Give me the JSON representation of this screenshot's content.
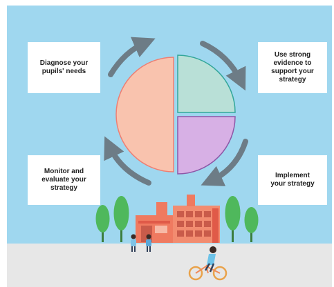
{
  "steps": {
    "diagnose": "Diagnose your\npupils' needs",
    "evidence": "Use strong\nevidence to\nsupport your\nstrategy",
    "implement": "Implement\nyour strategy",
    "monitor": "Monitor and\nevaluate your\nstrategy"
  },
  "colors": {
    "sky": "#9fd7ef",
    "ground": "#e7e7e7",
    "arrow": "#6d7c86",
    "pie_half": "#f9c3ae",
    "pie_half_stroke": "#ee7f73",
    "pie_quarter_top": "#b9e0d7",
    "pie_quarter_top_stroke": "#33a79a",
    "pie_quarter_bottom": "#d7b0e5",
    "pie_quarter_bottom_stroke": "#8d57a7",
    "building": "#ef7a60",
    "tree": "#4fb85c"
  },
  "icons": [
    "cycle-arrow-icon",
    "pie-icon",
    "tree-icon",
    "school-building-icon",
    "pupil-icon",
    "cyclist-icon"
  ]
}
